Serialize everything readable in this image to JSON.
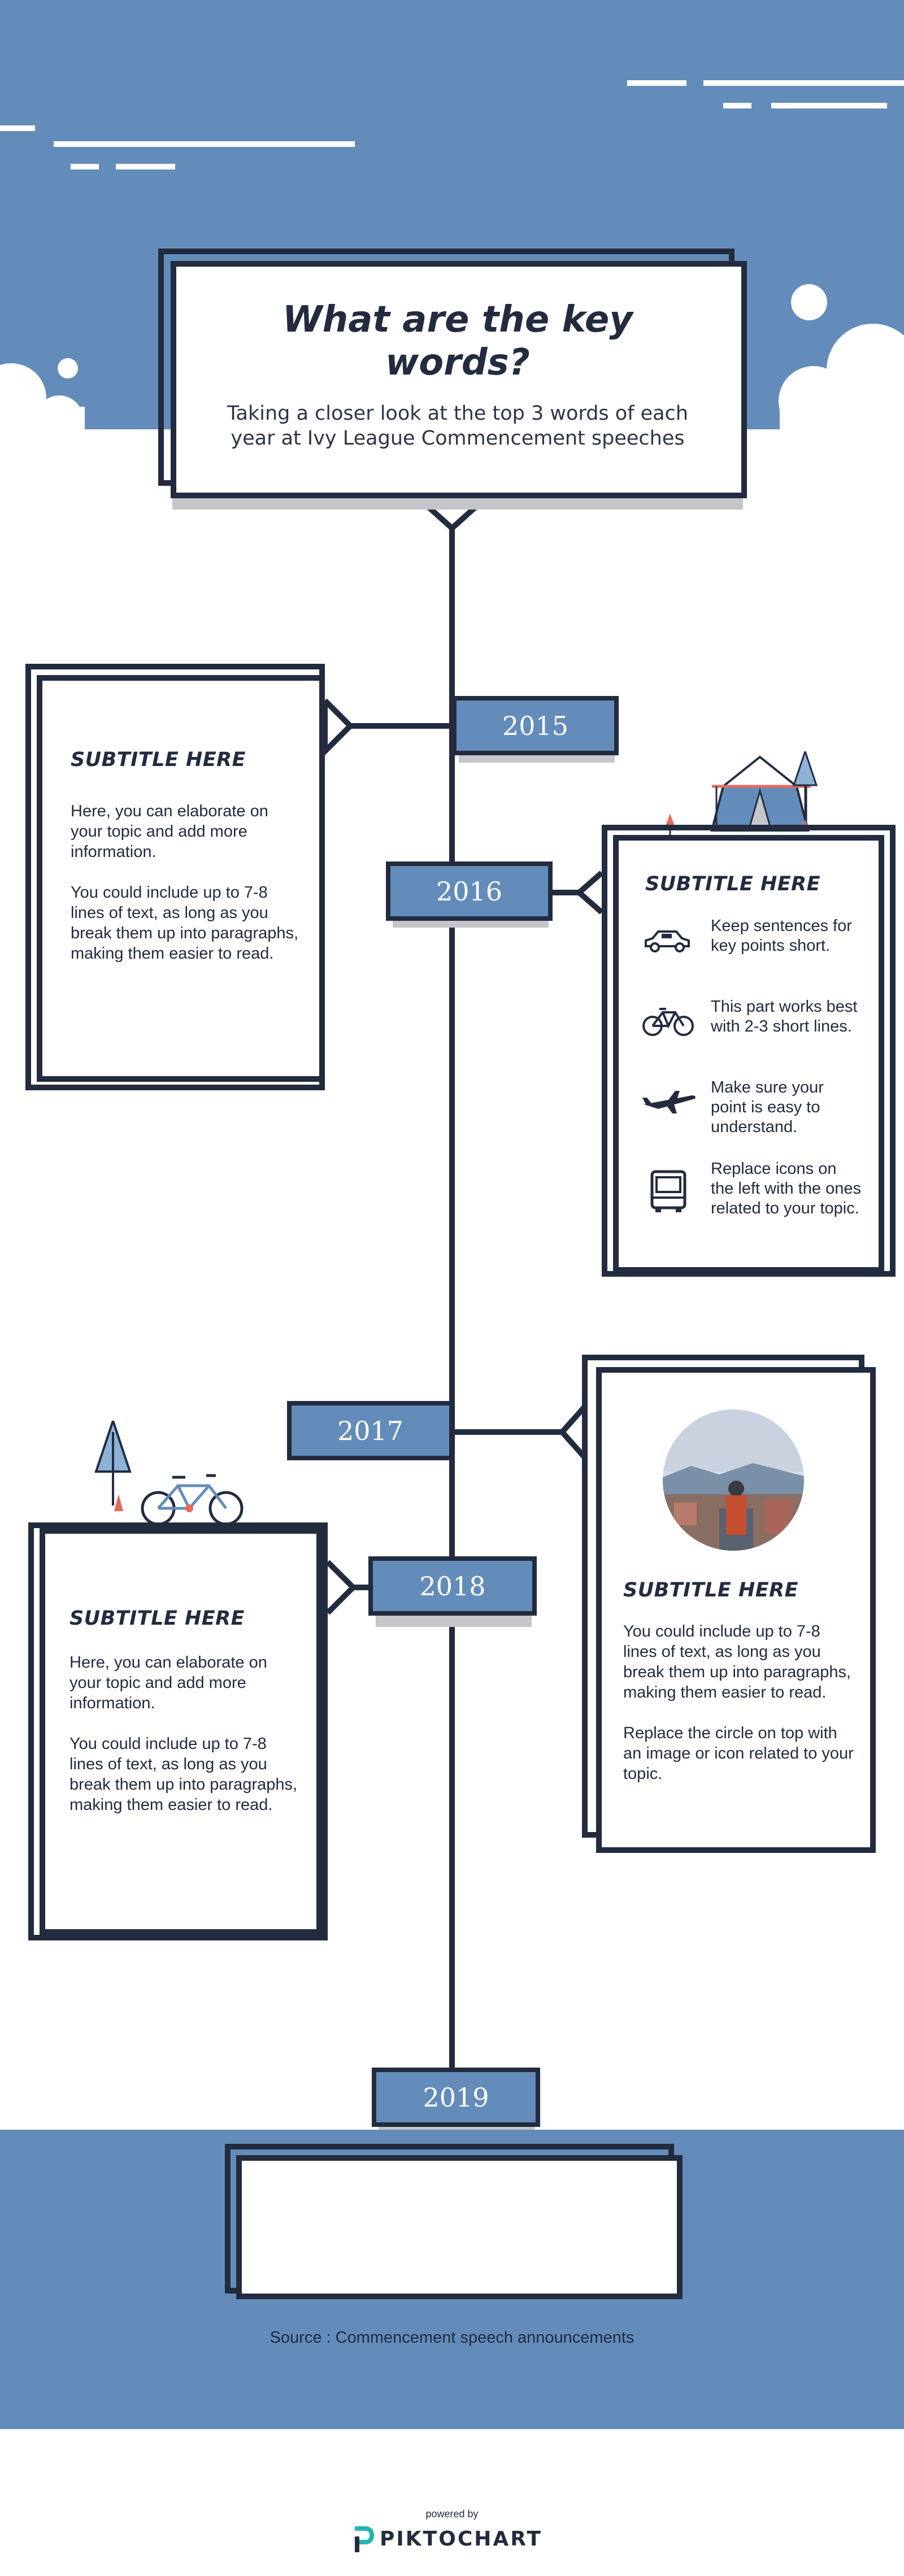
{
  "header": {
    "title": "What are the key words?",
    "subtitle": "Taking a closer look at the top 3 words of each year at Ivy League Commencement speeches"
  },
  "years": [
    "2015",
    "2016",
    "2017",
    "2018",
    "2019"
  ],
  "card_2015": {
    "heading": "SUBTITLE HERE",
    "paragraphs": [
      "Here, you can elaborate on your topic and add more information.",
      "You could include up to 7-8 lines of text, as long as you break them up into paragraphs, making them easier to read."
    ]
  },
  "card_2016": {
    "heading": "SUBTITLE HERE",
    "items": [
      {
        "icon": "car-icon",
        "text": "Keep sentences for key points short."
      },
      {
        "icon": "bicycle-icon",
        "text": "This part works best with 2-3 short lines."
      },
      {
        "icon": "airplane-icon",
        "text": "Make sure your point is easy to understand."
      },
      {
        "icon": "bus-icon",
        "text": "Replace icons on the left with the ones related to your topic."
      }
    ]
  },
  "card_2017": {
    "heading": "SUBTITLE HERE",
    "paragraphs": [
      "You could include up to 7-8 lines of text, as long as you break them up into paragraphs, making them easier to read.",
      "Replace the circle on top with an image or icon related to your topic."
    ]
  },
  "card_2018": {
    "heading": "SUBTITLE HERE",
    "paragraphs": [
      "Here, you can elaborate on your topic and add more information.",
      "You could include up to 7-8 lines of text, as long as you break them up into paragraphs, making them easier to read."
    ]
  },
  "footer": {
    "source": "Source : Commencement speech announcements",
    "powered_by": "powered by",
    "brand": "PIKTOCHART"
  },
  "colors": {
    "primary_blue": "#638cba",
    "navy": "#232b3f",
    "accent_red": "#e8695a",
    "shadow_grey": "#c5c6ca",
    "brand_teal": "#1fb6b0"
  }
}
